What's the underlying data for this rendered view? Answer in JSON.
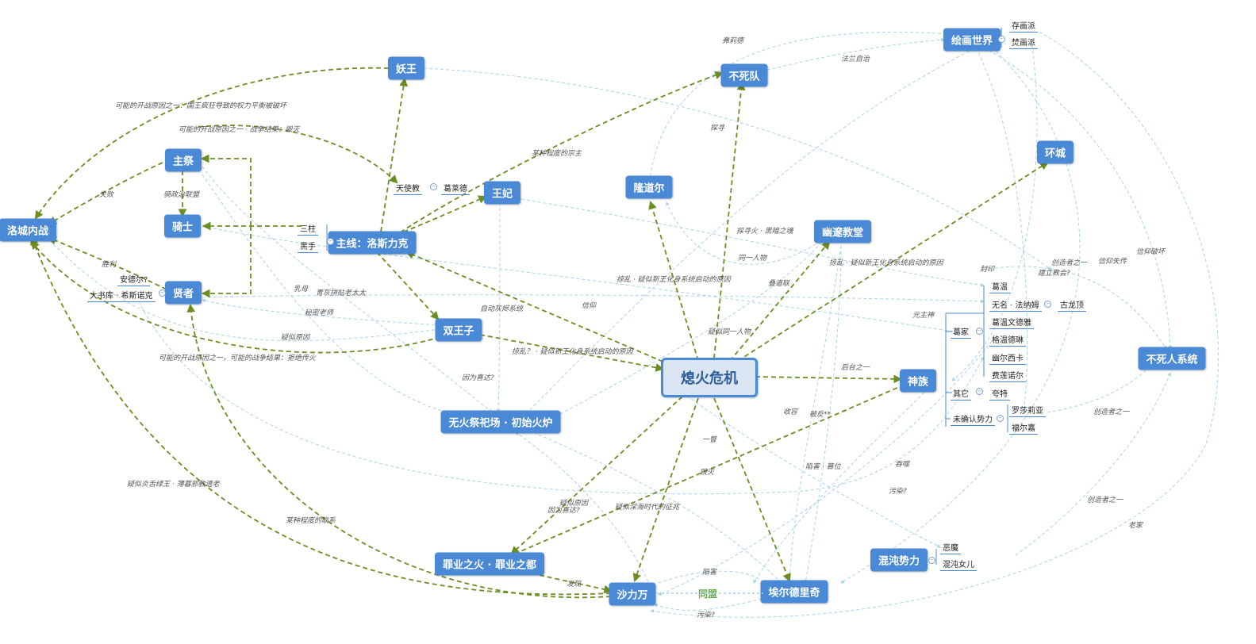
{
  "nodes": {
    "central": "熄火危机",
    "yaowang": "妖王",
    "busidui": "不死队",
    "huihuashijie": "绘画世界",
    "zhuji": "主祭",
    "qishi": "骑士",
    "luochengneizhan": "洛城内战",
    "zhuxian": "主线：洛斯力克",
    "wangfei": "王妃",
    "longdaoer": "隆道尔",
    "huancheng": "环城",
    "youjiaotang": "幽邃教堂",
    "xianzhe": "贤者",
    "shuangwangzi": "双王子",
    "shenzu": "神族",
    "busirenxitong": "不死人系统",
    "wuhuojisi": "无火祭祀场 · 初始火炉",
    "zuiye": "罪业之火 · 罪业之都",
    "hundun": "混沌势力",
    "shaliwan": "沙力万",
    "aierdeliqi": "埃尔德里奇"
  },
  "subs": {
    "cunhuapai": "存画派",
    "fenhuapai": "焚画派",
    "tianshijiao": "天使教",
    "gelaide": "葛莱德",
    "sanzhu": "三柱",
    "heishou": "黑手",
    "anjier": "安德尔?",
    "dashuku": "大书库 · 希斯诺克",
    "weiming": "葛温",
    "wuming": "无名 · 法纳姆",
    "gulongding": "古龙顶",
    "wenduoyani": "葛温文德雅",
    "geweide": "格温德琳",
    "yourexika": "幽尔西卡",
    "feiliannuoer": "费莲诺尔",
    "shenjia": "葛家",
    "qita": "其它",
    "guizhi": "夸特",
    "weiqueren": "未确认势力",
    "luoshaniya": "罗莎莉亚",
    "fuerjia": "福尔嘉",
    "anmo": "恶魔",
    "hundunnver": "混沌女儿"
  },
  "labels": {
    "l1": "弗莉德",
    "l2": "法兰自治",
    "l3": "可能的开战原因之一：国王疯狂导致的权力平衡被破坏",
    "l4": "可能的开战原因之一 · 战争结果：毁灭",
    "l5": "失败",
    "l6": "骑政治联盟",
    "l7": "某种程度的宗主",
    "l8": "探寻",
    "l9": "胜利",
    "l10": "乳母",
    "l11": "青灰拼贴老太太",
    "l12": "秘密老师",
    "l13": "疑似原因",
    "l14": "可能的开战原因之一，可能的战争结果：拒绝传火",
    "l15": "自动灰烬系统",
    "l16": "信仰",
    "l17": "因为喜达?",
    "l18": "疑似同一人物",
    "l19": "探寻火 · 黑暗之魂",
    "l20": "同一人物",
    "l21": "掠乱 · 疑似新王化身系统启动的原因",
    "l22": "叠道联",
    "l23": "掠乱 · 疑似新王化身系统启动的原因",
    "l24": "掠乱？ · 疑似新王化身系统启动的原因",
    "l25": "封印",
    "l26": "元主神",
    "l27": "创造者之一",
    "l28": "建立教会?",
    "l29": "信仰失传",
    "l30": "信仰破坏",
    "l31": "后台之一",
    "l32": "收容",
    "l33": "被反**",
    "l34": "一瞥",
    "l35": "毁灭",
    "l36": "陷害 · 篡位",
    "l37": "吞噬",
    "l38": "污染?",
    "l39": "创造者之一",
    "l40": "创造者之一",
    "l41": "老家",
    "l42": "疑似炎舌绿王 · 薄暮邪教遗老",
    "l43": "某种程度的联系",
    "l44": "疑似原因",
    "l45": "因为喜达?",
    "l46": "疑似深海时代的征兆",
    "l47": "发现",
    "l48": "陷害",
    "l49": "同盟",
    "l50": "污染?"
  },
  "colors": {
    "node_fill": "#4a89d6",
    "central_fill": "#dbe6f4",
    "green_edge": "#6b8e23",
    "blue_edge": "#a9d4e8"
  }
}
